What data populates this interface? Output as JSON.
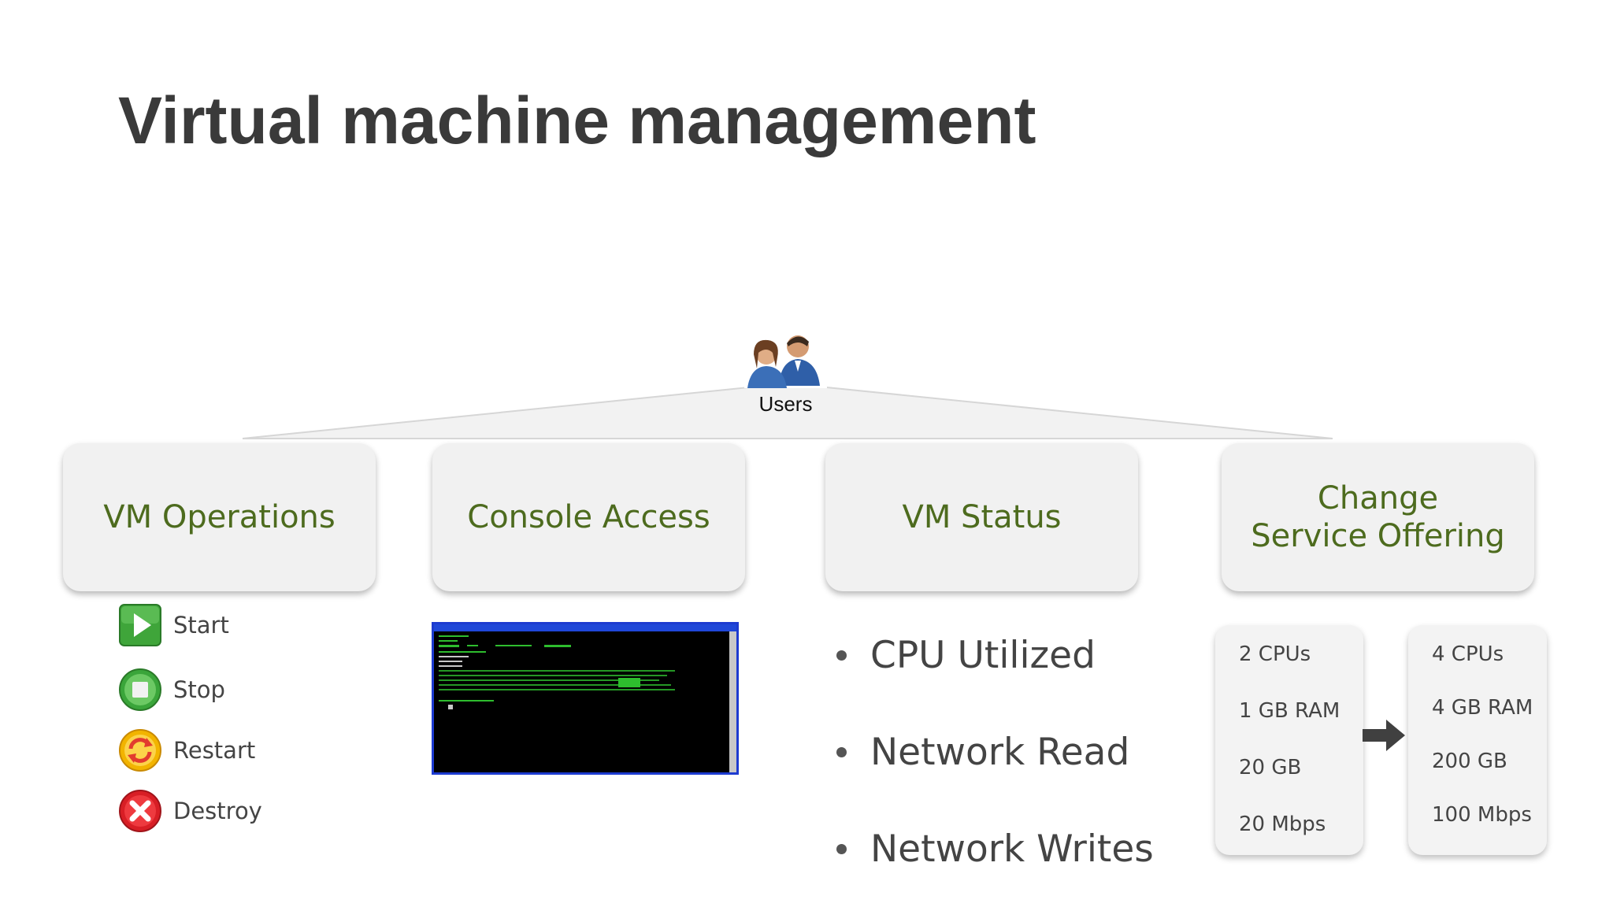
{
  "title": "Virtual machine management",
  "users_label": "Users",
  "boxes": [
    "VM Operations",
    "Console Access",
    "VM Status",
    "Change\nService Offering"
  ],
  "operations": [
    {
      "label": "Start",
      "icon": "play-icon"
    },
    {
      "label": "Stop",
      "icon": "stop-icon"
    },
    {
      "label": "Restart",
      "icon": "restart-icon"
    },
    {
      "label": "Destroy",
      "icon": "destroy-icon"
    }
  ],
  "status_items": [
    "CPU Utilized",
    "Network Read",
    "Network Writes"
  ],
  "offering_from": [
    "2 CPUs",
    "1 GB RAM",
    "20 GB",
    "20 Mbps"
  ],
  "offering_to": [
    "4 CPUs",
    "4 GB RAM",
    "200 GB",
    "100 Mbps"
  ],
  "colors": {
    "box_text": "#4d6b1e",
    "title": "#3a3a3a",
    "box_bg": "#f1f1f1"
  }
}
